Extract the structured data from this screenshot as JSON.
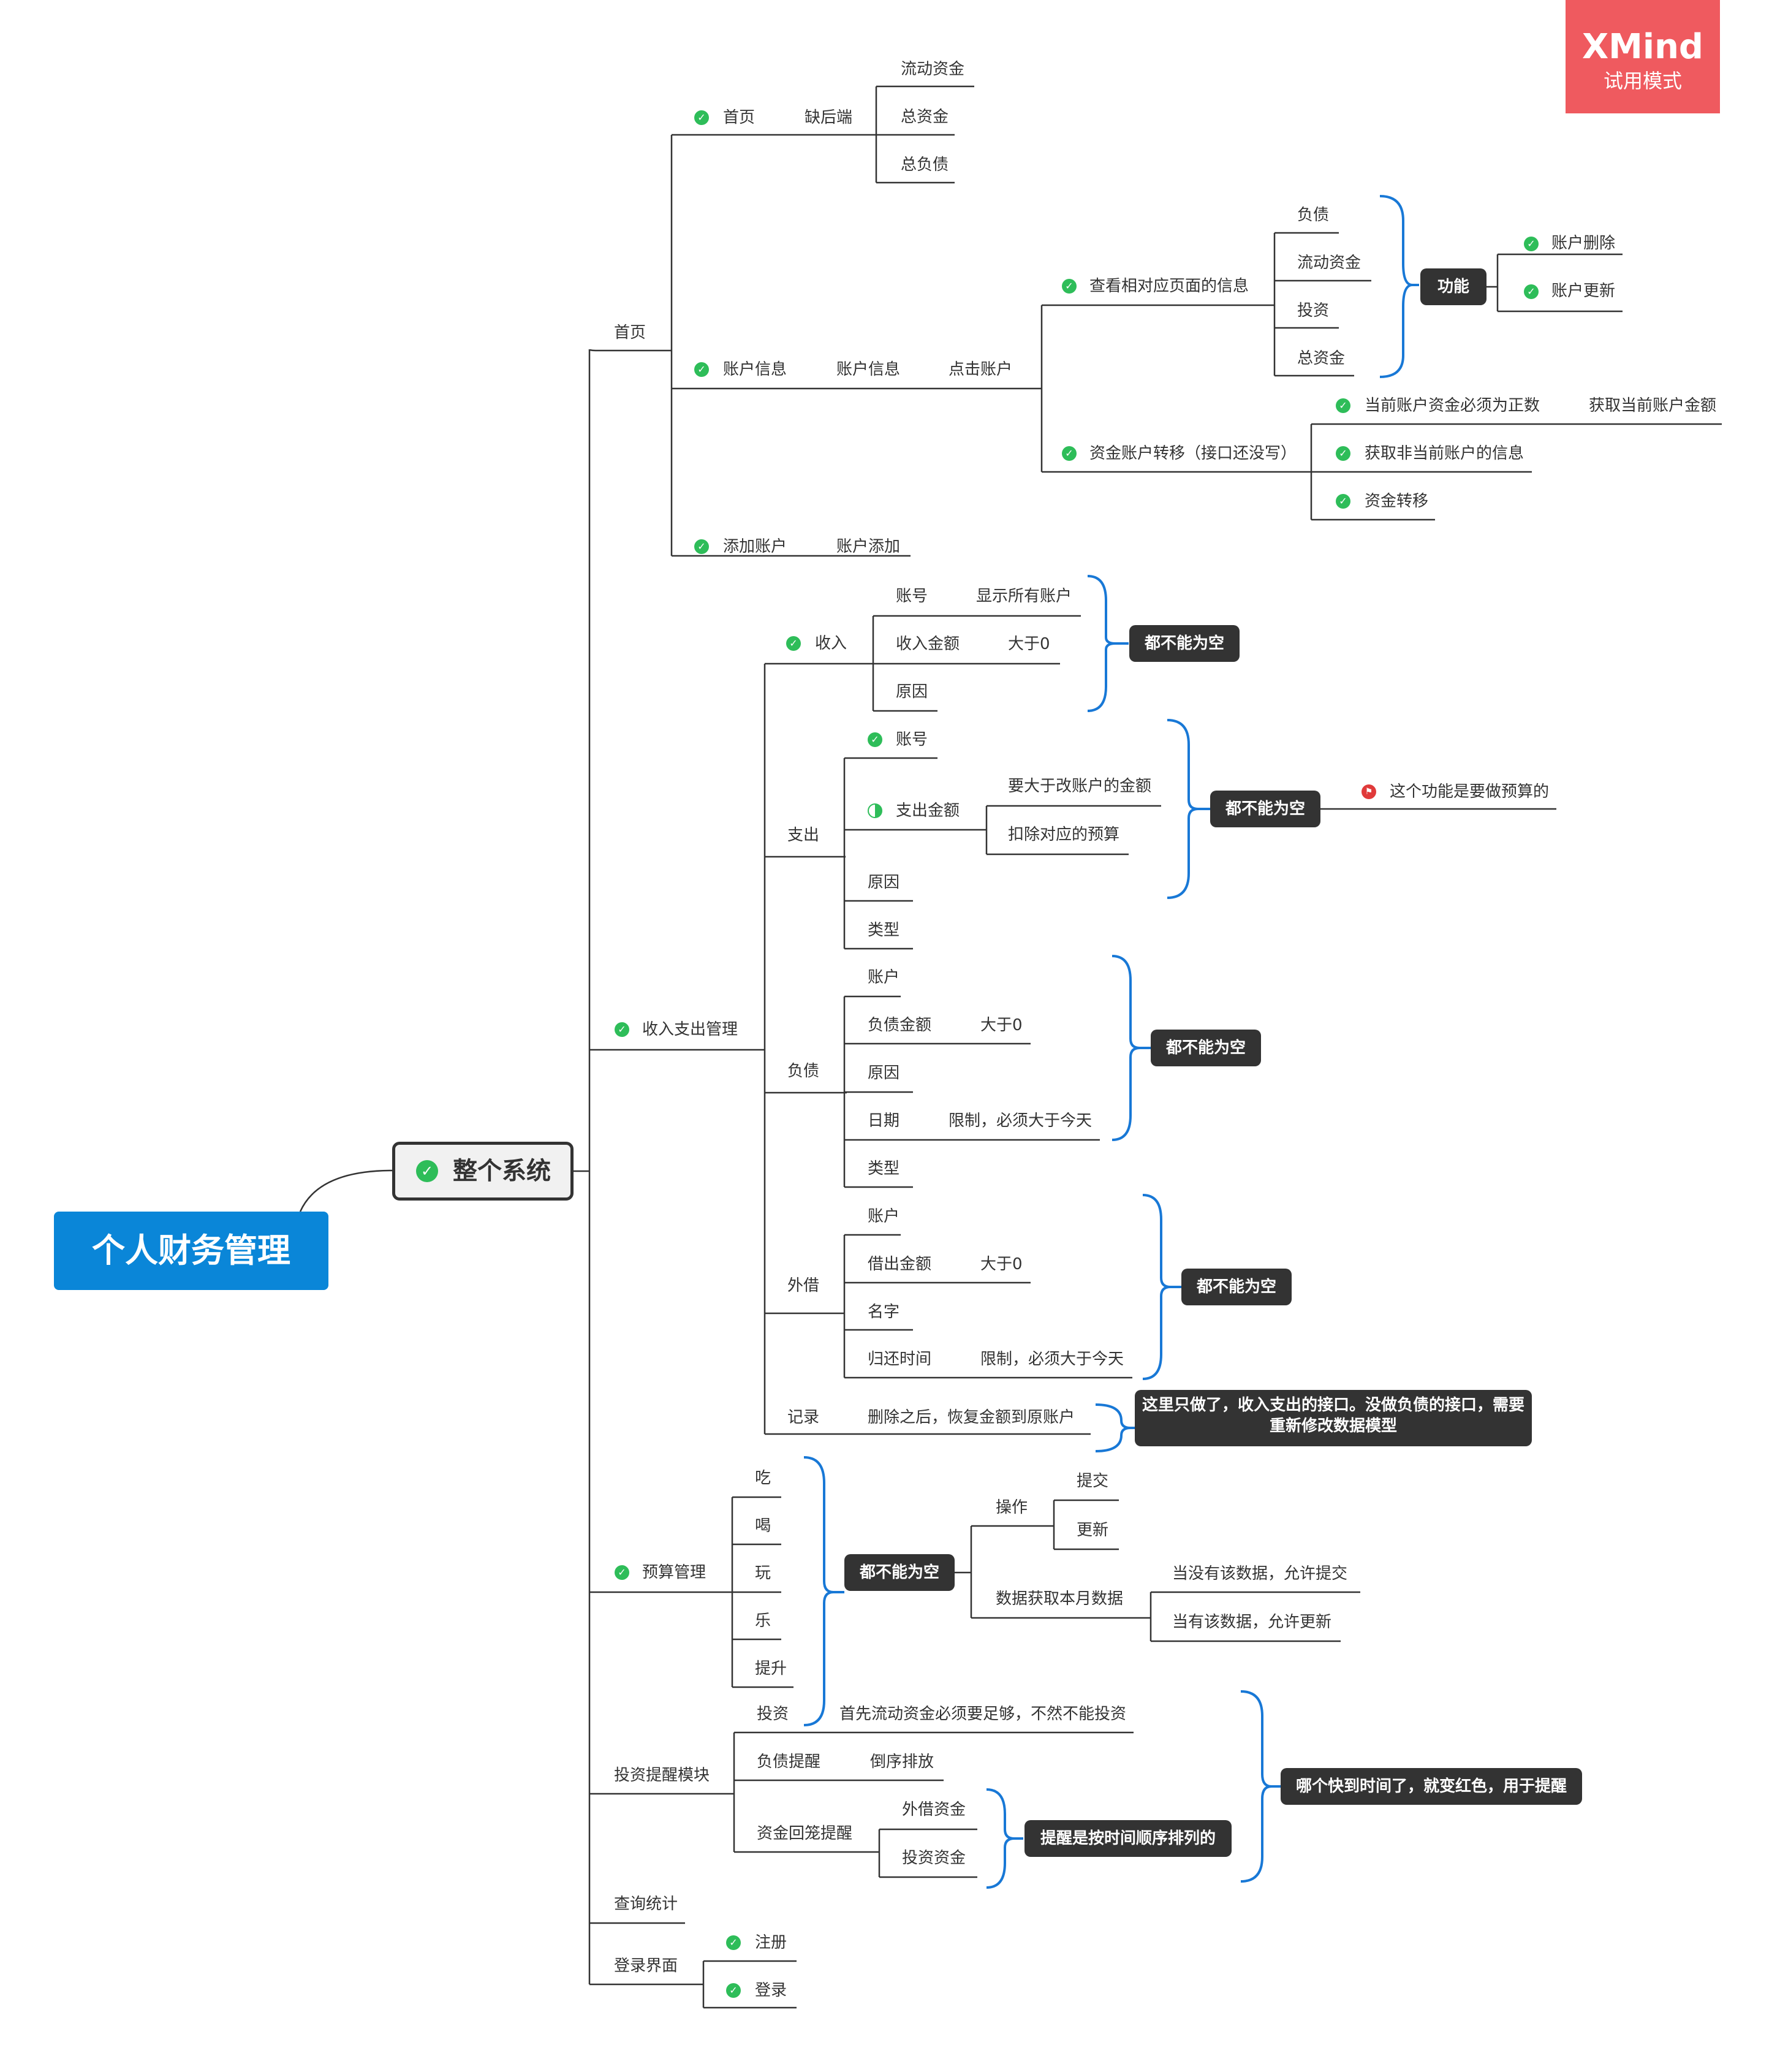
{
  "root": "个人财务管理",
  "main": "整个系统",
  "watermark": {
    "brand": "XMind",
    "mode": "试用模式"
  },
  "homepage": {
    "label": "首页",
    "home": {
      "label": "首页",
      "child": "缺后端",
      "items": [
        "流动资金",
        "总资金",
        "总负债"
      ]
    },
    "account_info": {
      "label": "账户信息",
      "child": "账户信息",
      "action": "点击账户",
      "view": {
        "label": "查看相对应页面的信息",
        "items": [
          "负债",
          "流动资金",
          "投资",
          "总资金"
        ],
        "feature": "功能",
        "feature_items": [
          "账户删除",
          "账户更新"
        ]
      },
      "transfer": {
        "label": "资金账户转移（接口还没写）",
        "items": [
          "当前账户资金必须为正数",
          "获取非当前账户的信息",
          "资金转移"
        ],
        "extra": "获取当前账户金额"
      }
    },
    "add": {
      "label": "添加账户",
      "child": "账户添加"
    }
  },
  "income_expense": {
    "label": "收入支出管理",
    "income": {
      "label": "收入",
      "items": [
        "账号",
        "收入金额",
        "原因"
      ],
      "notes": [
        "显示所有账户",
        "大于0"
      ],
      "summary": "都不能为空"
    },
    "expense": {
      "label": "支出",
      "items": [
        "账号",
        "支出金额",
        "原因",
        "类型"
      ],
      "amount_notes": [
        "要大于改账户的金额",
        "扣除对应的预算"
      ],
      "summary": "都不能为空",
      "flag_note": "这个功能是要做预算的"
    },
    "debt": {
      "label": "负债",
      "items": [
        "账户",
        "负债金额",
        "原因",
        "日期",
        "类型"
      ],
      "notes": [
        "大于0",
        "限制，必须大于今天"
      ],
      "summary": "都不能为空"
    },
    "lend": {
      "label": "外借",
      "items": [
        "账户",
        "借出金额",
        "名字",
        "归还时间"
      ],
      "notes": [
        "大于0",
        "限制，必须大于今天"
      ],
      "summary": "都不能为空"
    },
    "record": {
      "label": "记录",
      "note": "删除之后，恢复金额到原账户",
      "summary": "这里只做了，收入支出的接口。没做负债的接口，需要重新修改数据模型"
    }
  },
  "budget": {
    "label": "预算管理",
    "items": [
      "吃",
      "喝",
      "玩",
      "乐",
      "提升"
    ],
    "summary": "都不能为空",
    "operation": {
      "label": "操作",
      "items": [
        "提交",
        "更新"
      ]
    },
    "fetch": {
      "label": "数据获取本月数据",
      "items": [
        "当没有该数据，允许提交",
        "当有该数据，允许更新"
      ]
    }
  },
  "invest_remind": {
    "label": "投资提醒模块",
    "invest": {
      "label": "投资",
      "note": "首先流动资金必须要足够，不然不能投资"
    },
    "debt_remind": {
      "label": "负债提醒",
      "note": "倒序排放"
    },
    "fund_return": {
      "label": "资金回笼提醒",
      "items": [
        "外借资金",
        "投资资金"
      ],
      "summary": "提醒是按时间顺序排列的"
    },
    "summary": "哪个快到时间了，就变红色，用于提醒"
  },
  "query": {
    "label": "查询统计"
  },
  "login": {
    "label": "登录界面",
    "items": [
      "注册",
      "登录"
    ]
  }
}
